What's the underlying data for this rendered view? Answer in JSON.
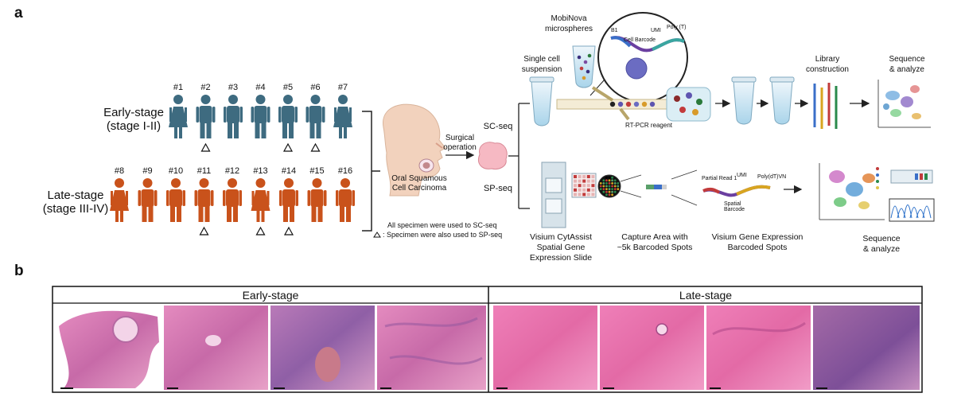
{
  "panel_a": {
    "label": "a",
    "early_stage": {
      "title": "Early-stage",
      "subtitle": "(stage I-II)",
      "patients": [
        "#1",
        "#2",
        "#3",
        "#4",
        "#5",
        "#6",
        "#7"
      ],
      "female": [
        "#1",
        "#7"
      ],
      "sp_seq": [
        "#2",
        "#5",
        "#6"
      ],
      "color": "#3e6b80"
    },
    "late_stage": {
      "title": "Late-stage",
      "subtitle": "(stage III-IV)",
      "patients": [
        "#8",
        "#9",
        "#10",
        "#11",
        "#12",
        "#13",
        "#14",
        "#15",
        "#16"
      ],
      "female": [
        "#8",
        "#13"
      ],
      "sp_seq": [
        "#11",
        "#13",
        "#14"
      ],
      "color": "#c9521b"
    },
    "tumor_label_1": "Oral Squamous",
    "tumor_label_2": "Cell Carcinoma",
    "surgery_label_1": "Surgical",
    "surgery_label_2": "operation",
    "note_1": "All specimen were used to SC-seq",
    "note_2": ": Specimen were also used to SP-seq",
    "sc_seq": "SC-seq",
    "sp_seq": "SP-seq",
    "mobinova_1": "MobiNova",
    "mobinova_2": "microspheres",
    "single_cell_1": "Single cell",
    "single_cell_2": "suspension",
    "rt_pcr": "RT-PCR reagent",
    "library_1": "Library",
    "library_2": "construction",
    "sequence_top_1": "Sequence",
    "sequence_top_2": "& analyze",
    "barcode_b1": "B1",
    "barcode_cell": "Cell Barcode",
    "barcode_umi": "UMI",
    "barcode_poly": "Poly (T)",
    "visium_slide_1": "Visium CytAssist",
    "visium_slide_2": "Spatial Gene",
    "visium_slide_3": "Expression Slide",
    "capture_1": "Capture Area with",
    "capture_2": "~5k Barcoded Spots",
    "gene_expr_1": "Visium Gene Expression",
    "gene_expr_2": "Barcoded Spots",
    "sp_partial": "Partial Read 1",
    "sp_umi": "UMI",
    "sp_poly": "Poly(dT)VN",
    "sp_spatial_1": "Spatial",
    "sp_spatial_2": "Barcode",
    "sequence_bottom_1": "Sequence",
    "sequence_bottom_2": "& analyze"
  },
  "panel_b": {
    "label": "b",
    "groups": [
      "Early-stage",
      "Late-stage"
    ]
  }
}
